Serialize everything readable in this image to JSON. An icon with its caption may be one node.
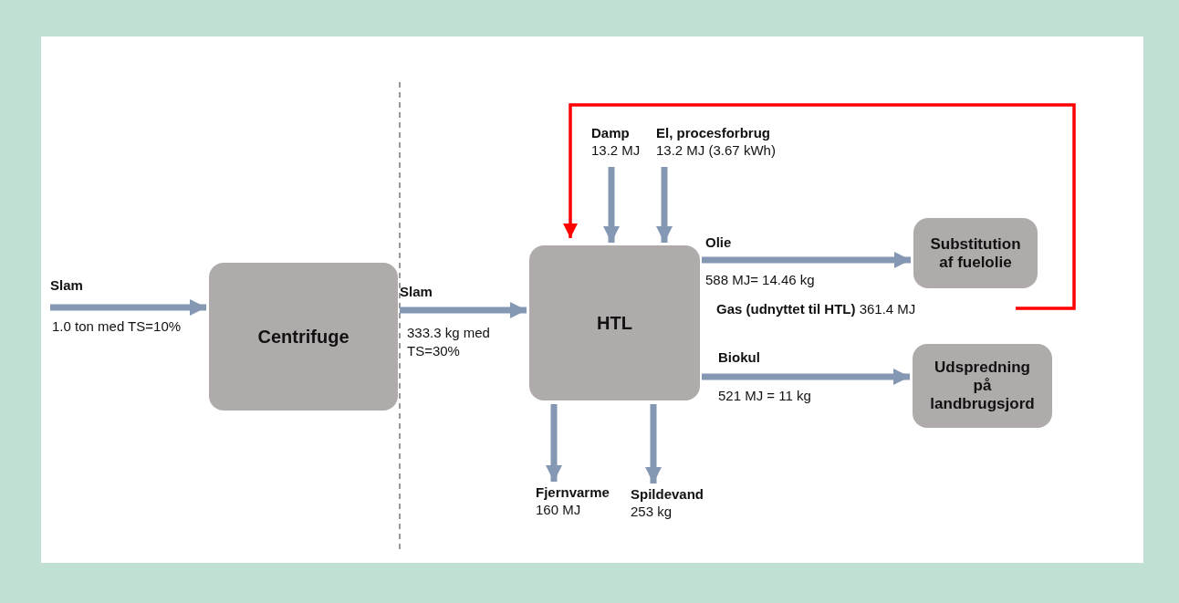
{
  "diagram": {
    "nodes": [
      {
        "text": [
          "Centrifuge"
        ]
      },
      {
        "text": [
          "HTL"
        ]
      },
      {
        "text": [
          "Substitution af fuelolie"
        ]
      },
      {
        "text": [
          "Udspredning på landbrugsjord"
        ]
      },
      {
        "text": [
          "Damp",
          "13.2 MJ"
        ]
      },
      {
        "text": [
          "El, procesforbrug",
          "13.2 MJ (3.67 kWh)"
        ]
      },
      {
        "text": [
          "Fjernvarme",
          "160 MJ"
        ]
      },
      {
        "text": [
          "Spildevand",
          "253 kg"
        ]
      }
    ],
    "edges": [
      {
        "from": null,
        "to": 0,
        "arrow": "to"
      },
      {
        "from": 0,
        "to": 1,
        "arrow": "to"
      },
      {
        "from": 4,
        "to": 1,
        "arrow": "to"
      },
      {
        "from": 5,
        "to": 1,
        "arrow": "to"
      },
      {
        "from": null,
        "to": 1,
        "arrow": "to",
        "color": "#ff0000"
      },
      {
        "from": 1,
        "to": 2,
        "arrow": "to"
      },
      {
        "from": 1,
        "to": 3,
        "arrow": "to"
      },
      {
        "from": 1,
        "to": 6,
        "arrow": "to"
      },
      {
        "from": 1,
        "to": 7,
        "arrow": "to"
      }
    ],
    "labels": [
      "Slam",
      "1.0 ton med TS=10%",
      "Slam",
      "333.3 kg med TS=30%",
      "Olie",
      "588 MJ= 14.46 kg",
      "**Gas (udnyttet til HTL)** 361.4 MJ",
      "Biokul",
      "521 MJ = 11 kg"
    ]
  }
}
